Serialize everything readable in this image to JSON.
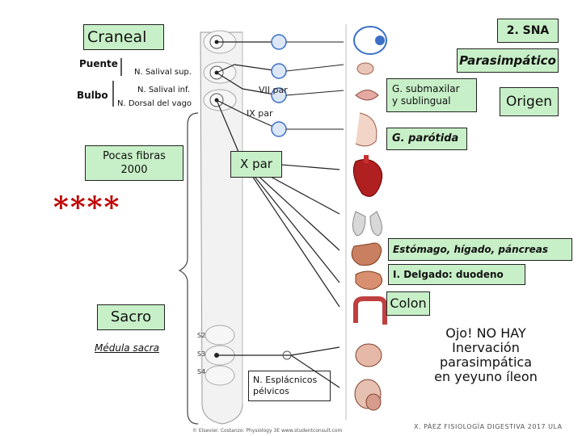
{
  "labels": {
    "craneal": "Craneal",
    "sna": "2. SNA",
    "parasimpatico": "Parasimpático",
    "origen": "Origen",
    "puente": "Puente",
    "bulbo": "Bulbo",
    "n_salival_sup": "N. Salival sup.",
    "n_salival_inf": "N. Salival inf.",
    "n_dorsal_vago": "N. Dorsal del vago",
    "vii_par": "VII par",
    "ix_par": "IX par",
    "g_submaxilar_l1": "G. submaxilar",
    "g_submaxilar_l2": "y sublingual",
    "g_parotida": "G. parótida",
    "x_par": "X par",
    "pocas_fibras": "Pocas fibras",
    "pocas_fibras_n": "2000",
    "stars": "****",
    "estomago": "Estómago, hígado, páncreas",
    "i_delgado": "I. Delgado: duodeno",
    "colon": "Colon",
    "sacro": "Sacro",
    "medula_sacra": "Médula sacra",
    "n_esplacnicos_l1": "N. Esplácnicos",
    "n_esplacnicos_l2": "pélvicos",
    "ojo_l1": "Ojo! NO HAY",
    "ojo_l2": "Inervación",
    "ojo_l3": "parasimpática",
    "ojo_l4": "en yeyuno íleon",
    "footer": "X. PÁEZ  FISIOLOGÍA DIGESTIVA 2017  ULA",
    "copyright": "© Elsevier. Costanzo: Physiology 3E www.studentconsult.com",
    "s2": "S2",
    "s3": "S3",
    "s4": "S4"
  },
  "colors": {
    "box_green": "#c8f0c8",
    "stars_red": "#c00000",
    "ganglion_blue": "#3a6fc8",
    "organ_red": "#b02020",
    "cord_fill": "#f2f2f2"
  },
  "icons": [
    "eye-icon",
    "gland-icon",
    "mouth-icon",
    "face-icon",
    "heart-icon",
    "lungs-icon",
    "stomach-icon",
    "intestine-icon",
    "colon-icon",
    "bladder-icon",
    "genitals-icon"
  ]
}
